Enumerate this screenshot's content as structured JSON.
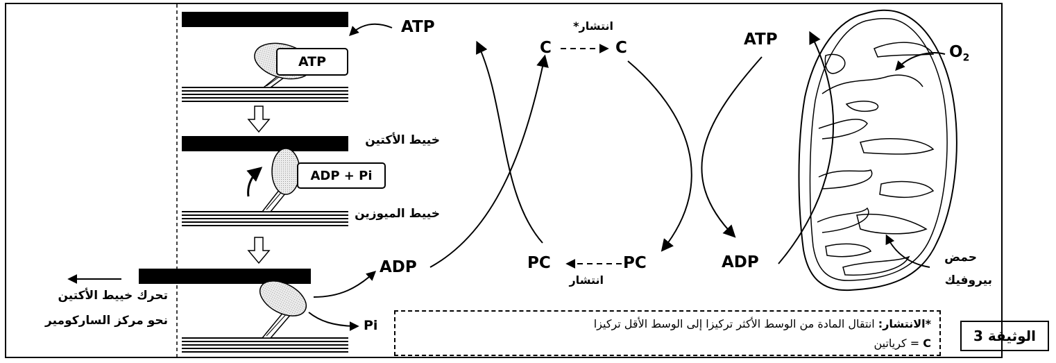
{
  "left_panel": {
    "atp_box": "ATP",
    "atp_outside": "ATP",
    "adp_pi_box": "ADP + Pi",
    "actin_label": "خييط الأكتين",
    "myosin_label": "خييط الميوزين",
    "movement_label_line1": "تحرك خييط الأكتين",
    "movement_label_line2": "نحو مركز الساركومير",
    "adp_out": "ADP",
    "pi_out": "Pi"
  },
  "middle_cycle": {
    "diffusion_top": "انتشار*",
    "c_left": "C",
    "c_right": "C",
    "pc_left": "PC",
    "pc_right": "PC",
    "diffusion_bottom": "انتشار"
  },
  "mitochondrion": {
    "atp": "ATP",
    "adp": "ADP",
    "o2_letter": "O",
    "o2_sub": "2",
    "pyruvic_line1": "حمض",
    "pyruvic_line2": "بيروفيك"
  },
  "note": {
    "line1_bold": "*الانتشار:",
    "line1_rest": " انتقال المادة من الوسط الأكثر تركيزا إلى الوسط الأقل تركيزا",
    "line2_bold": "C",
    "line2_rest": " = كرياتين"
  },
  "document_label": "الوثيقة 3"
}
